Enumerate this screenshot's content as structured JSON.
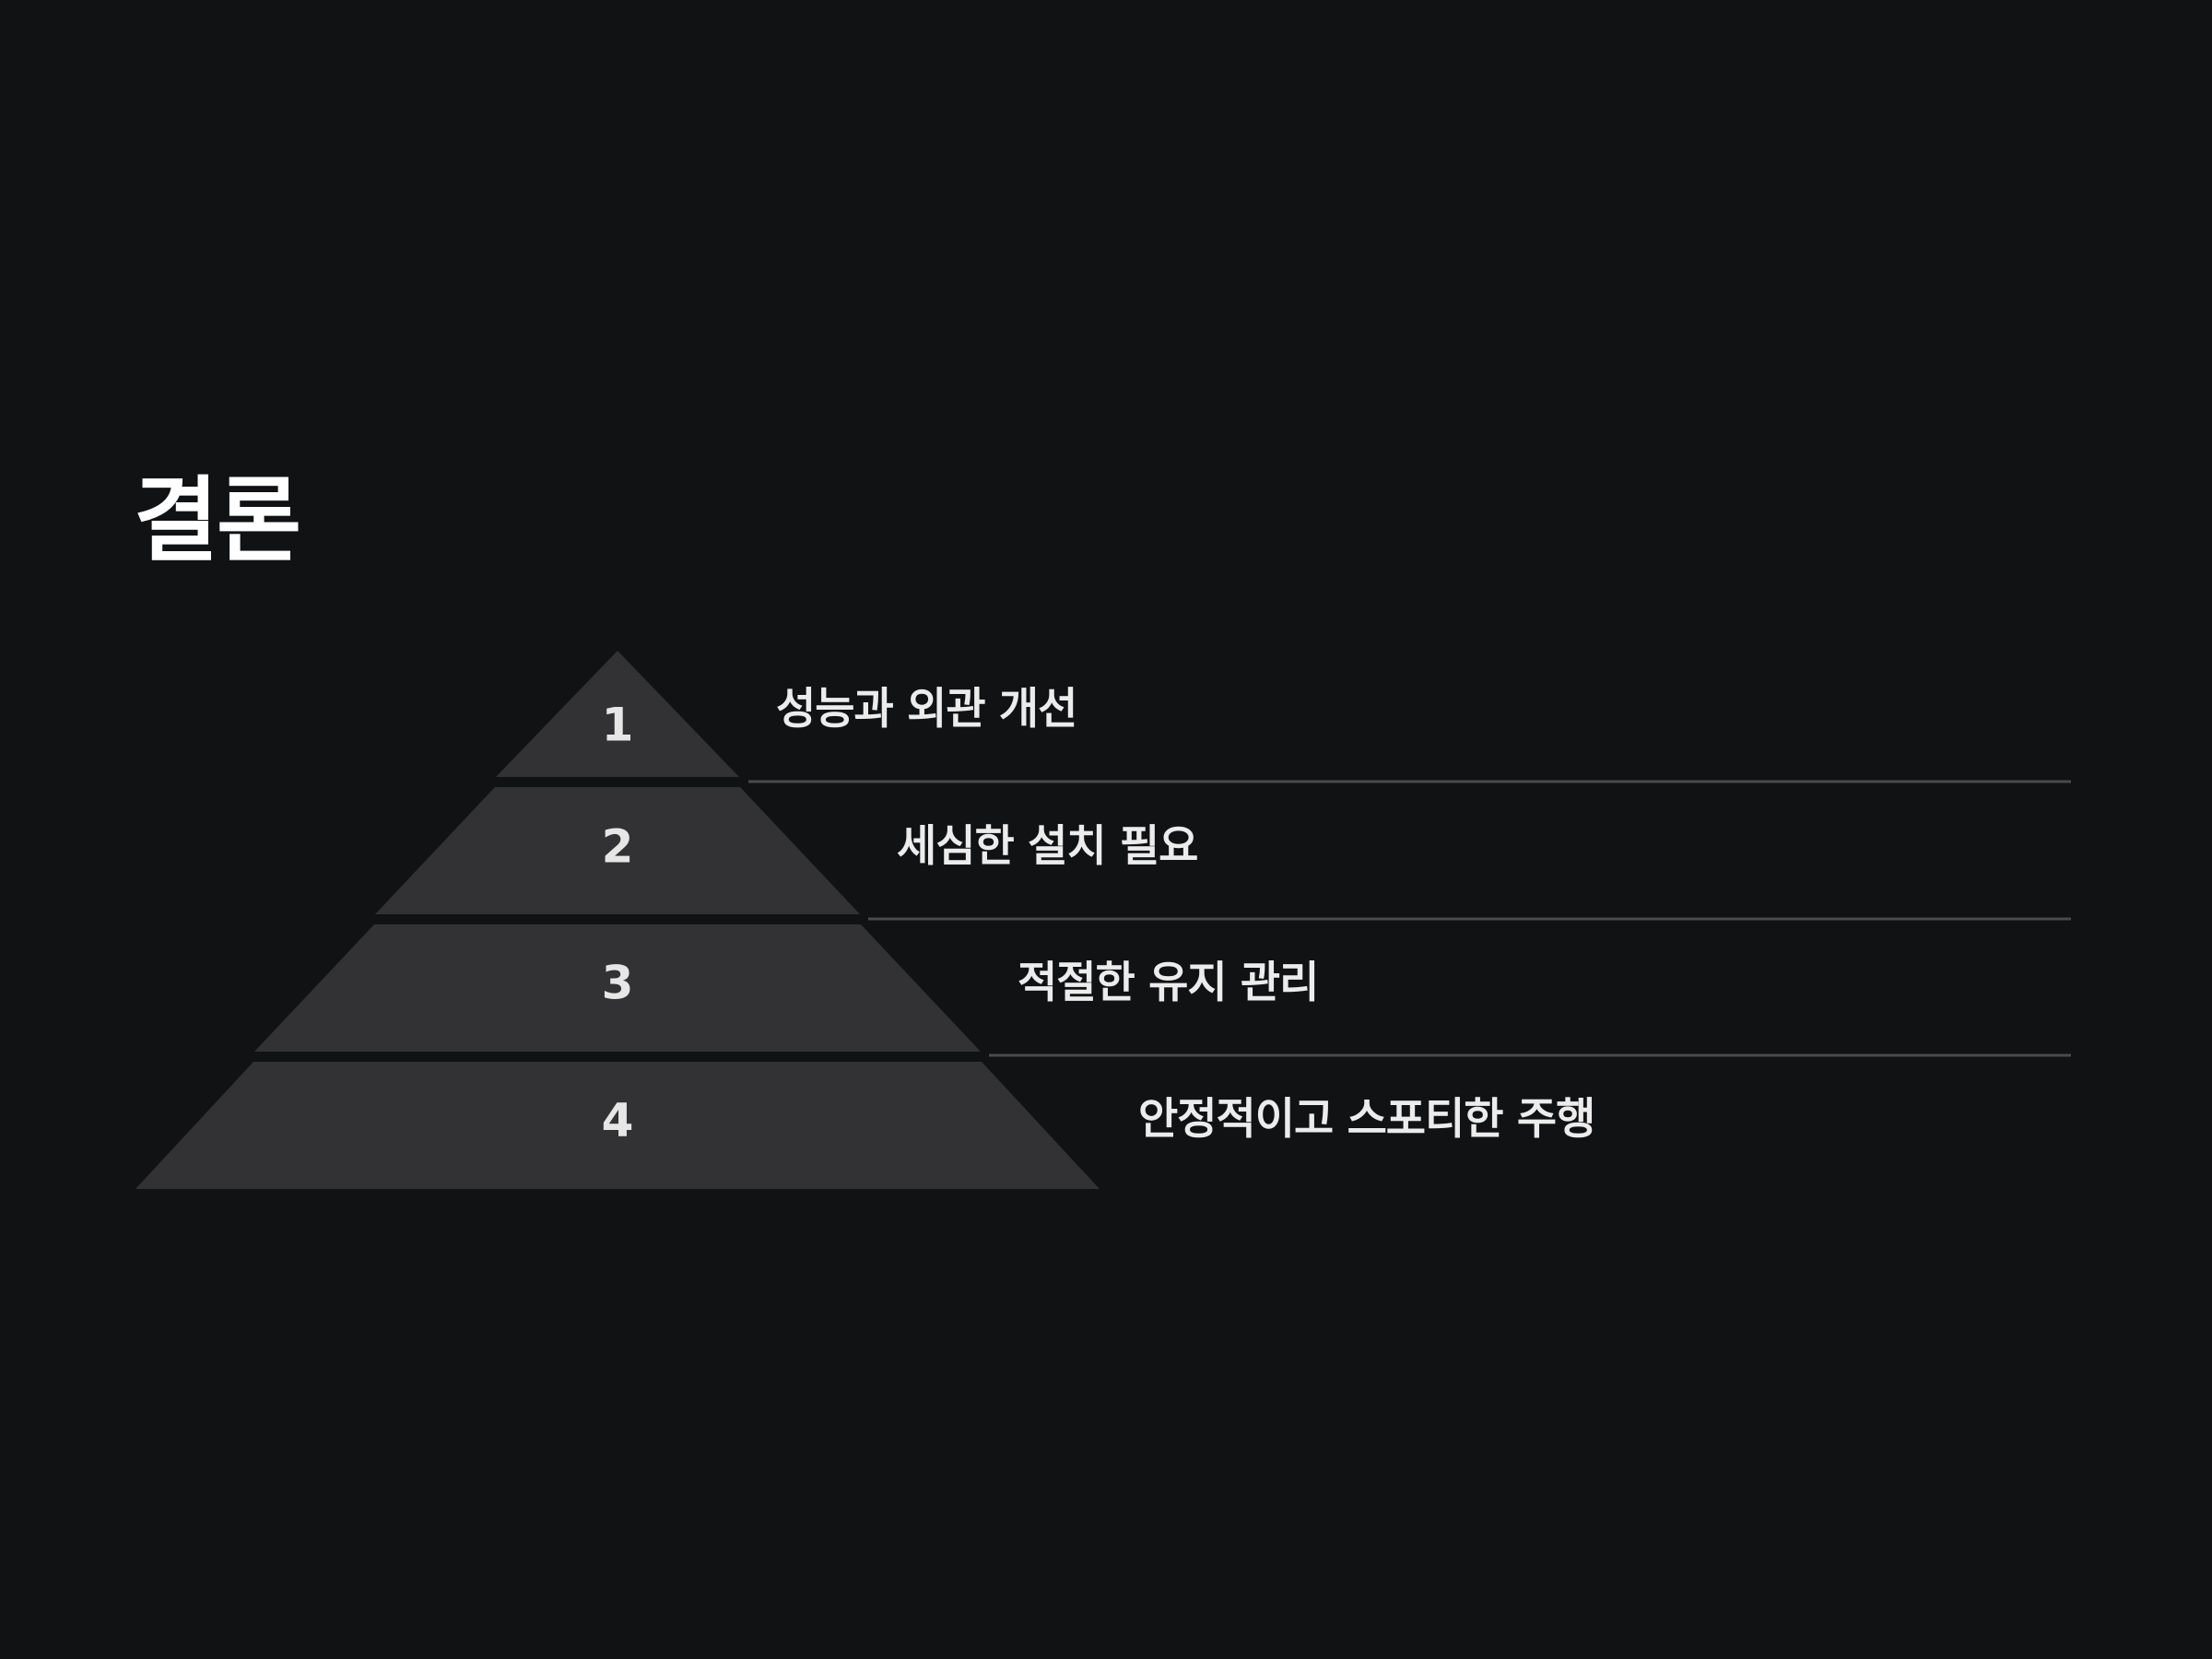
{
  "slide": {
    "title": "결론",
    "accent_color": "#323234",
    "background_color": "#111214",
    "divider_color": "#4a4b4d"
  },
  "pyramid": {
    "levels": [
      {
        "number": "1",
        "label": "성능과 외관 개선"
      },
      {
        "number": "2",
        "label": "세심한 설치 필요"
      },
      {
        "number": "3",
        "label": "적절한 유지 관리"
      },
      {
        "number": "4",
        "label": "안정적이고 스포티한 주행"
      }
    ]
  }
}
